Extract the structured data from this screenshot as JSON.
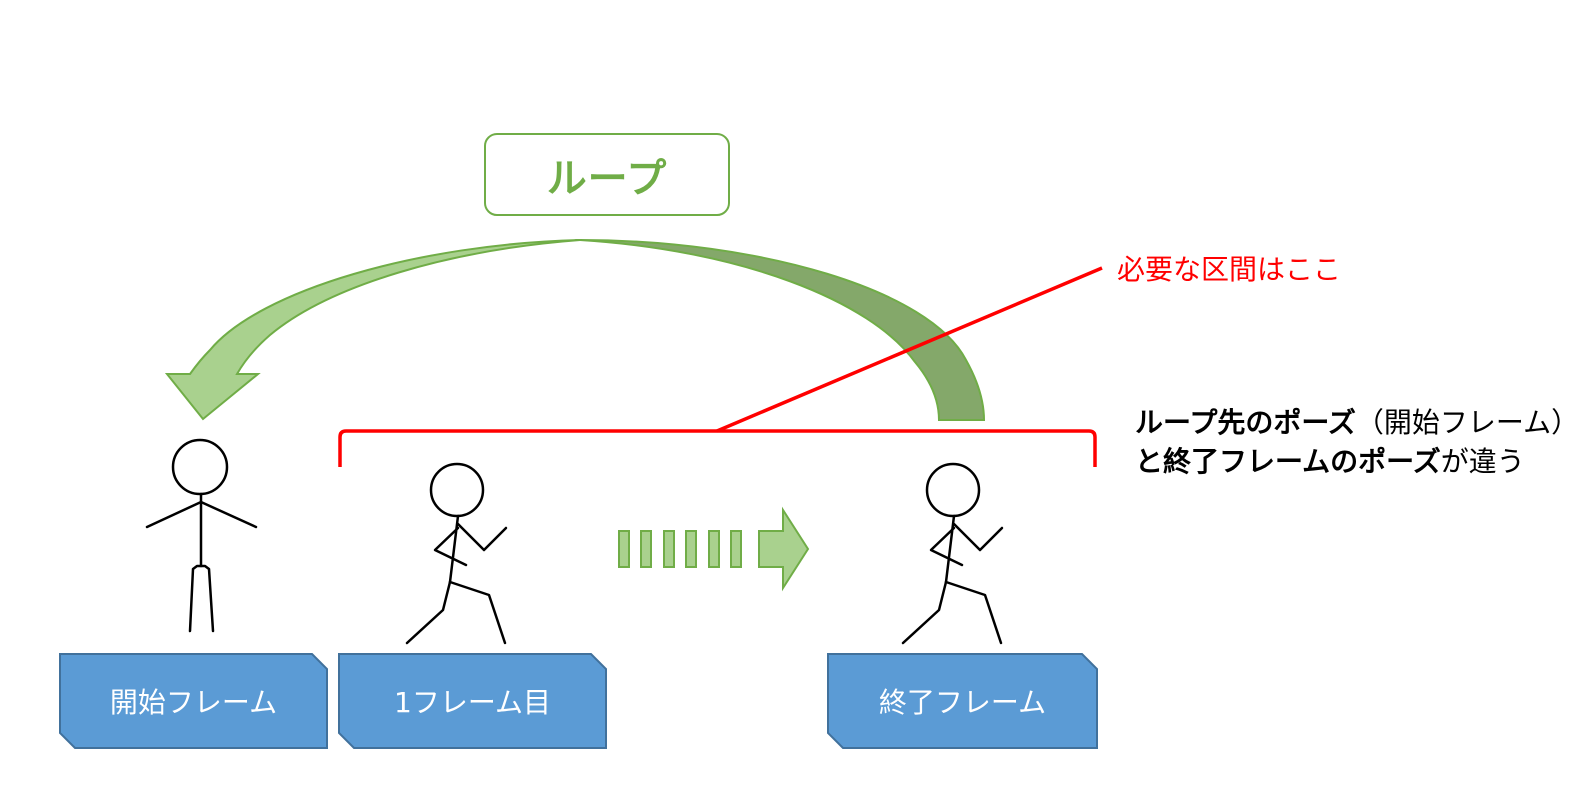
{
  "loop_label": "ループ",
  "required_section_label": "必要な区間はここ",
  "note": {
    "segments": [
      {
        "text": "ループ先のポーズ",
        "bold": true
      },
      {
        "text": "(開始フレーム)",
        "bold": false
      },
      {
        "text": "と終了フレームのポーズ",
        "bold": true
      },
      {
        "text": "が違う",
        "bold": false
      }
    ],
    "part1": "ループ先のポーズ",
    "part2": "（開始フレーム）",
    "part3": "と終了フレームのポーズ",
    "part4": "が違う"
  },
  "frames": [
    {
      "label": "開始フレーム",
      "pose": "standing"
    },
    {
      "label": "1フレーム目",
      "pose": "running"
    },
    {
      "label": "終了フレーム",
      "pose": "running"
    }
  ],
  "colors": {
    "green_accent": "#70AD47",
    "green_fill": "#A9D18E",
    "green_dark": "#84A86A",
    "red": "#FF0000",
    "box_fill": "#5B9BD5",
    "box_border": "#41719C",
    "text_black": "#000000",
    "text_white": "#FFFFFF"
  }
}
